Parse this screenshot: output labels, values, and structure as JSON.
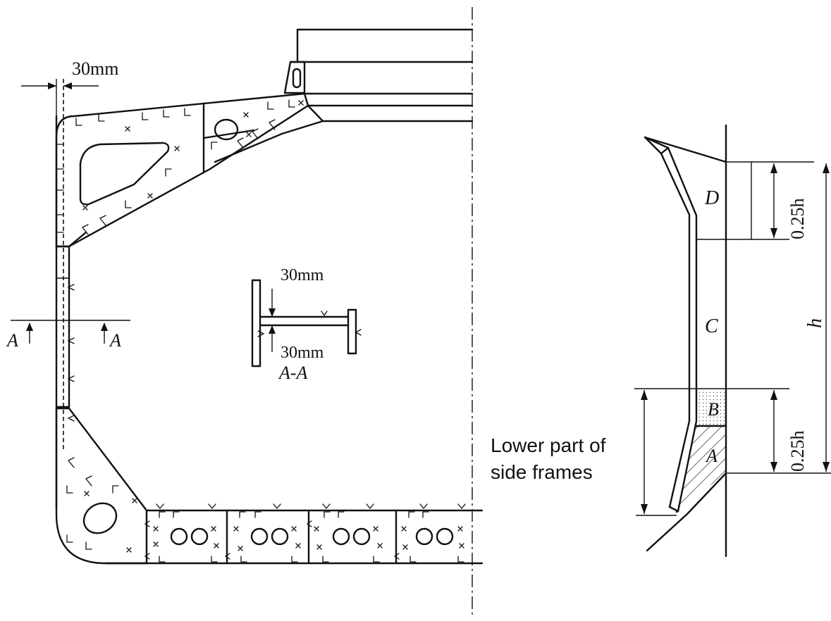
{
  "labels": {
    "top_dim": "30mm",
    "section_dim_top": "30mm",
    "section_dim_bottom": "30mm",
    "section_name": "A-A",
    "section_mark_left": "A",
    "section_mark_right": "A",
    "zone_d": "D",
    "zone_c": "C",
    "zone_b": "B",
    "zone_a": "A",
    "dim_upper": "0.25h",
    "dim_lower": "0.25h",
    "dim_total": "h",
    "caption_line1": "Lower part of",
    "caption_line2": "side frames"
  }
}
